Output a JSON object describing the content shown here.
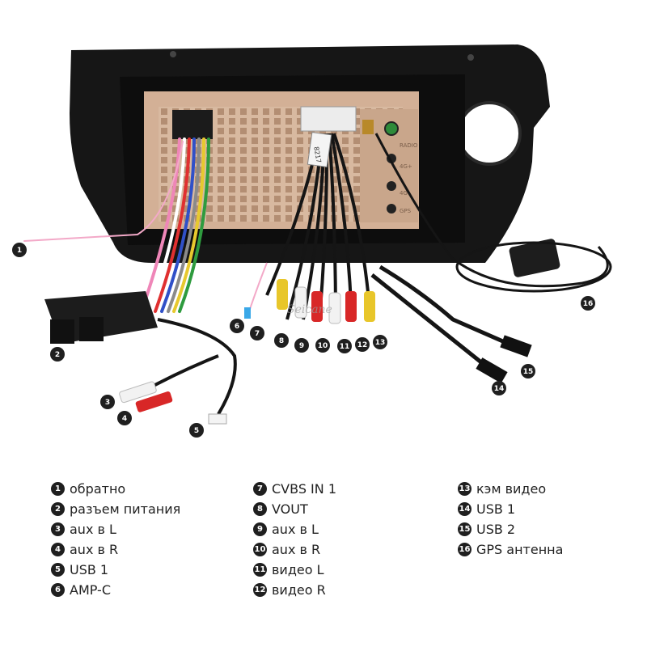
{
  "photo": {
    "brand_watermark": "Seicane",
    "connector_tag": "8217",
    "port_labels": [
      "RADIO",
      "4G+",
      "4G-",
      "GPS"
    ],
    "unit_color": "#d8b9a0",
    "frame_color": "#151515",
    "callouts": [
      "1",
      "2",
      "3",
      "4",
      "5",
      "6",
      "7",
      "8",
      "9",
      "10",
      "11",
      "12",
      "13",
      "14",
      "15",
      "16"
    ]
  },
  "legend": {
    "columns": [
      [
        {
          "num": "1",
          "label": "обратно"
        },
        {
          "num": "2",
          "label": "разъем питания"
        },
        {
          "num": "3",
          "label": "aux в L"
        },
        {
          "num": "4",
          "label": "aux в R"
        },
        {
          "num": "5",
          "label": "USB 1"
        },
        {
          "num": "6",
          "label": "AMP-C"
        }
      ],
      [
        {
          "num": "7",
          "label": "CVBS IN 1"
        },
        {
          "num": "8",
          "label": "VOUT"
        },
        {
          "num": "9",
          "label": "aux в L"
        },
        {
          "num": "10",
          "label": "aux в R"
        },
        {
          "num": "11",
          "label": "видео L"
        },
        {
          "num": "12",
          "label": "видео R"
        }
      ],
      [
        {
          "num": "13",
          "label": "кэм видео"
        },
        {
          "num": "14",
          "label": "USB 1"
        },
        {
          "num": "15",
          "label": "USB 2"
        },
        {
          "num": "16",
          "label": "GPS  антенна"
        }
      ]
    ]
  }
}
